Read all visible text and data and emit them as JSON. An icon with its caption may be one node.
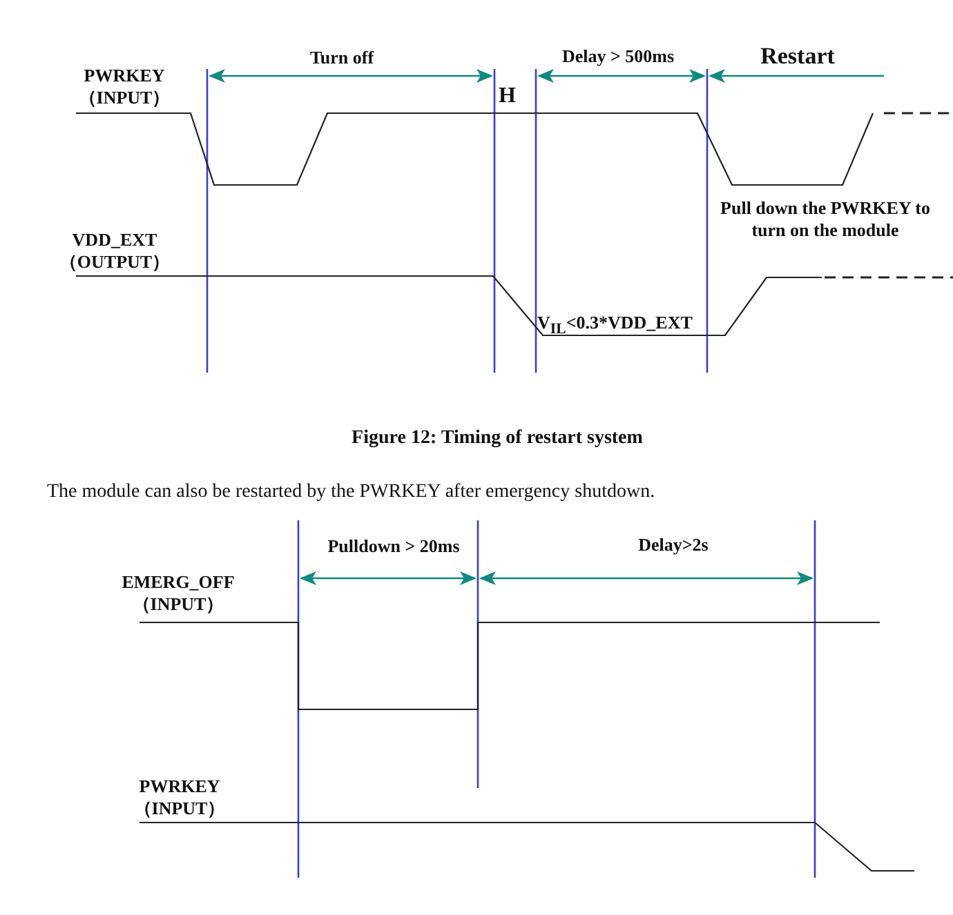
{
  "diagram": {
    "caption": "Figure 12: Timing of restart system",
    "labels": [
      "Turn off",
      "Delay > 500ms",
      "Restart",
      "PWRKEY （INPUT）",
      "H",
      "Pull down the PWRKEY to turn on the module",
      "VDD_EXT （OUTPUT）",
      "V$_{IL}$<0.3*VDD_EXT",
      "The module can also be restarted by the PWRKEY after emergency shutdown.",
      "Pulldown > 20ms",
      "Delay>2s",
      "EMERG_OFF （INPUT）",
      "PWRKEY （INPUT）"
    ]
  }
}
